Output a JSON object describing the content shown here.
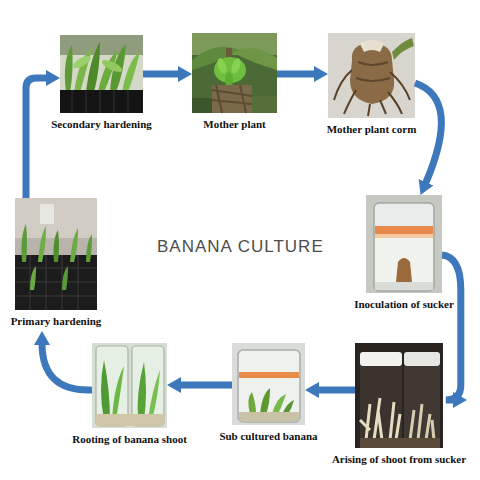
{
  "diagram": {
    "title": "BANANA CULTURE",
    "nodes": [
      {
        "text": [
          "Secondary hardening"
        ]
      },
      {
        "text": [
          "Mother plant"
        ]
      },
      {
        "text": [
          "Mother plant corm"
        ]
      },
      {
        "text": [
          "Inoculation of sucker"
        ]
      },
      {
        "text": [
          "Arising of shoot from sucker"
        ]
      },
      {
        "text": [
          "Sub cultured banana"
        ]
      },
      {
        "text": [
          "Rooting of banana shoot"
        ]
      },
      {
        "text": [
          "Primary hardening"
        ]
      }
    ],
    "edges": [
      {
        "from": 0,
        "to": 1,
        "arrow": "to"
      },
      {
        "from": 1,
        "to": 2,
        "arrow": "to"
      },
      {
        "from": 2,
        "to": 3,
        "arrow": "to"
      },
      {
        "from": 3,
        "to": 4,
        "arrow": "to"
      },
      {
        "from": 4,
        "to": 5,
        "arrow": "to"
      },
      {
        "from": 5,
        "to": 6,
        "arrow": "to"
      },
      {
        "from": 6,
        "to": 7,
        "arrow": "to"
      },
      {
        "from": 7,
        "to": 0,
        "arrow": "to"
      }
    ]
  }
}
